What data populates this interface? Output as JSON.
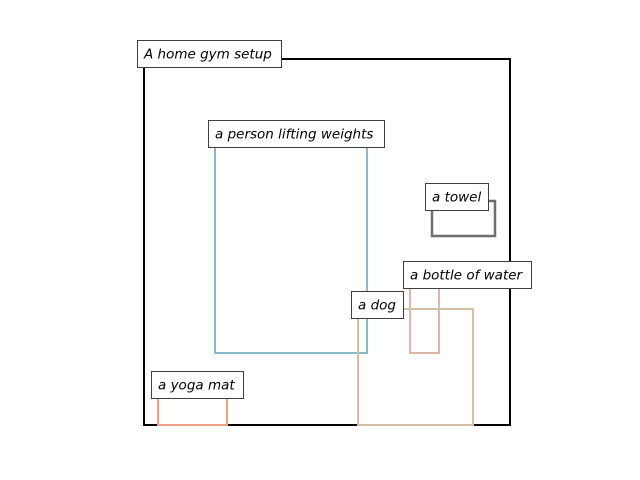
{
  "diagram": {
    "regions": [
      {
        "id": "scene",
        "label": "A home gym setup",
        "color": "#000000"
      },
      {
        "id": "person",
        "label": "a person lifting weights",
        "color": "#8ab9c9"
      },
      {
        "id": "towel",
        "label": "a towel",
        "color": "#6f6f6f"
      },
      {
        "id": "bottle",
        "label": "a bottle of water",
        "color": "#d9b8a8"
      },
      {
        "id": "dog",
        "label": "a dog",
        "color": "#d2bfa7"
      },
      {
        "id": "yoga-mat",
        "label": "a yoga mat",
        "color": "#f0a089"
      }
    ]
  }
}
